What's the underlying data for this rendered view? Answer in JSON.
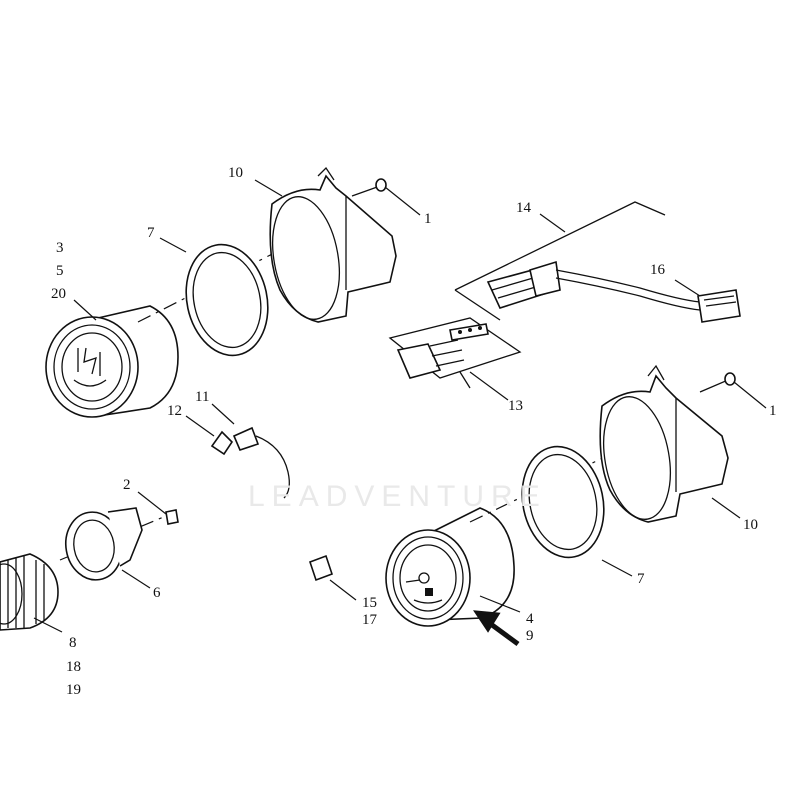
{
  "diagram": {
    "watermark": "LEADVENTURE",
    "callouts": {
      "c1a": "1",
      "c1b": "1",
      "c2": "2",
      "c3": "3",
      "c5": "5",
      "c20": "20",
      "c4": "4",
      "c9": "9",
      "c6": "6",
      "c7a": "7",
      "c7b": "7",
      "c8": "8",
      "c18": "18",
      "c19": "19",
      "c10a": "10",
      "c10b": "10",
      "c11": "11",
      "c12": "12",
      "c13": "13",
      "c14": "14",
      "c15": "15",
      "c17": "17",
      "c16": "16"
    },
    "highlight_arrow": "arrow-pointing-to-gauge-4-9"
  }
}
